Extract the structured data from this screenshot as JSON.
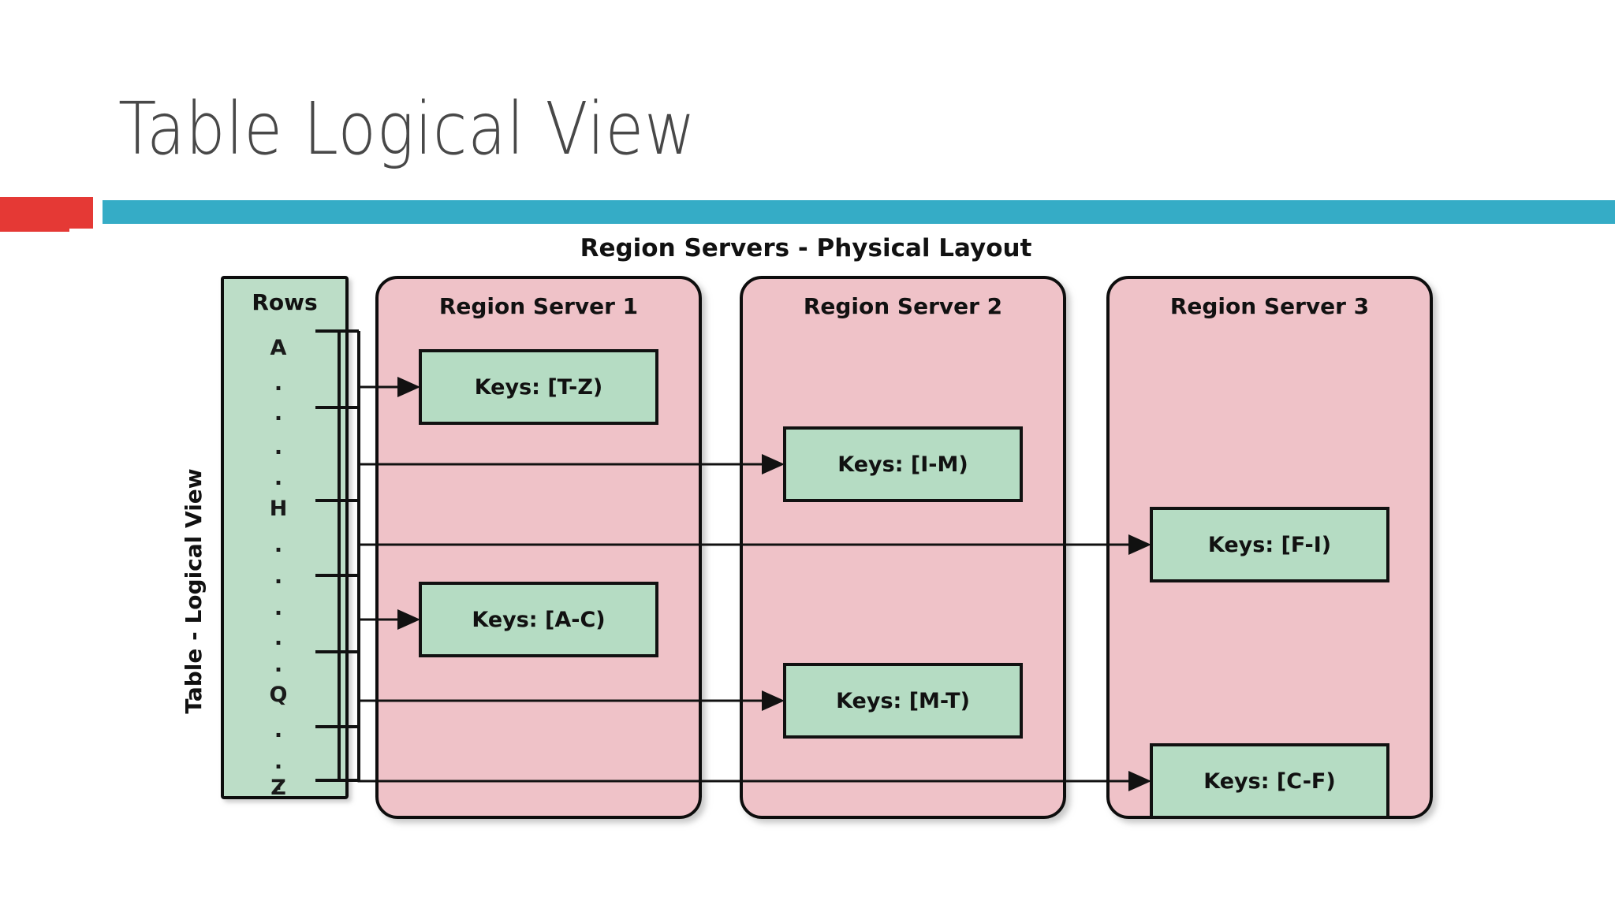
{
  "slide": {
    "title": "Table Logical View",
    "accent_red": "#E53935",
    "accent_blue": "#35ACC6",
    "title_color": "#484848"
  },
  "diagram": {
    "title": "Region Servers - Physical Layout",
    "side_label": "Table - Logical View",
    "colors": {
      "panel_fill": "#EFC2C8",
      "key_fill": "#B5DCC3",
      "rows_fill": "#BCDDC7",
      "stroke": "#111111"
    },
    "rows_column": {
      "header": "Rows",
      "items": [
        "A",
        ".",
        ".",
        ".",
        ".",
        "H",
        ".",
        ".",
        ".",
        ".",
        ".",
        "Q",
        ".",
        ".",
        ".",
        "Z"
      ]
    },
    "panels": [
      {
        "title": "Region Server 1",
        "keys": [
          {
            "label": "Keys: [T-Z)"
          },
          {
            "label": "Keys: [A-C)"
          }
        ]
      },
      {
        "title": "Region Server 2",
        "keys": [
          {
            "label": "Keys: [I-M)"
          },
          {
            "label": "Keys: [M-T)"
          }
        ]
      },
      {
        "title": "Region Server 3",
        "keys": [
          {
            "label": "Keys: [F-I)"
          },
          {
            "label": "Keys: [C-F)"
          }
        ]
      }
    ]
  }
}
